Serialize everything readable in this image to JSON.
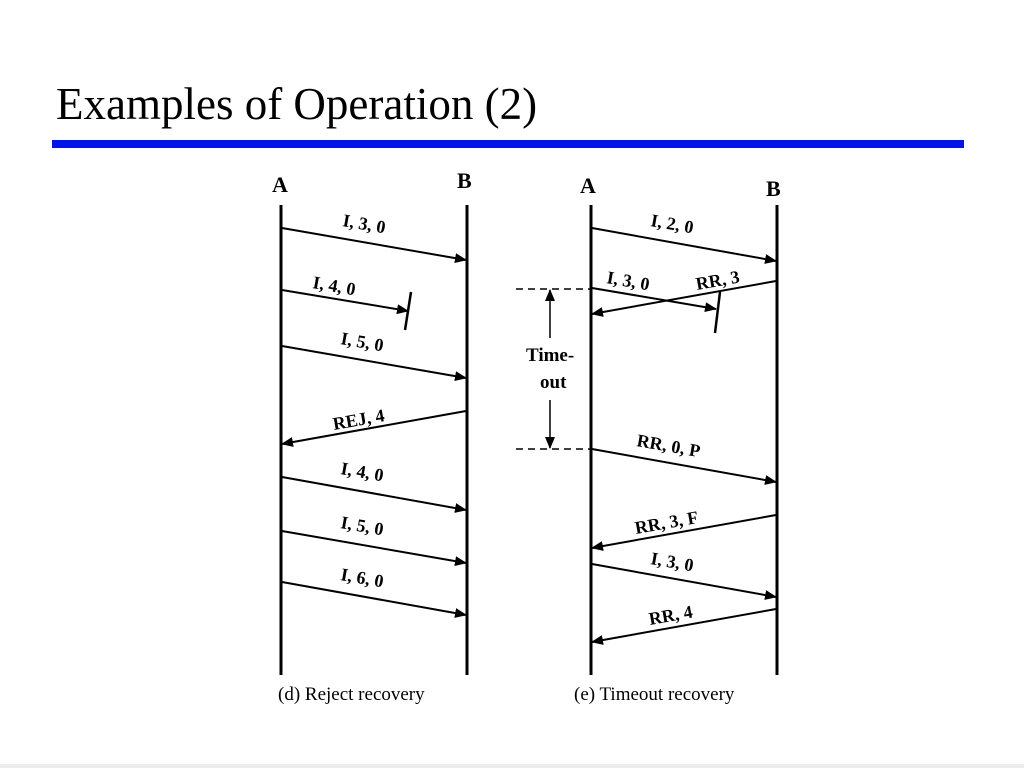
{
  "title": "Examples of Operation (2)",
  "colors": {
    "rule": "#0016e8",
    "ink": "#000000"
  },
  "panel_d": {
    "station_a": "A",
    "station_b": "B",
    "caption": "(d) Reject recovery",
    "frames": [
      "I, 3, 0",
      "I, 4, 0",
      "I, 5, 0",
      "REJ, 4",
      "I, 4, 0",
      "I, 5, 0",
      "I, 6, 0"
    ]
  },
  "panel_e": {
    "station_a": "A",
    "station_b": "B",
    "caption": "(e) Timeout recovery",
    "frames": [
      "I, 2, 0",
      "I, 3, 0",
      "RR, 3",
      "RR, 0, P",
      "RR, 3, F",
      "I, 3, 0",
      "RR, 4"
    ],
    "timeout_line1": "Time-",
    "timeout_line2": "out"
  }
}
